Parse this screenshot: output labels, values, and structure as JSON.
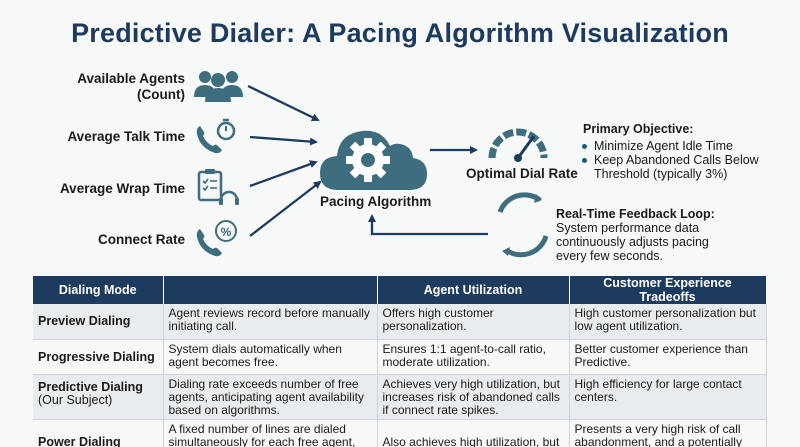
{
  "title": "Predictive Dialer: A Pacing Algorithm Visualization",
  "inputs": [
    {
      "label": "Available Agents\n(Count)",
      "icon": "agents-group-icon"
    },
    {
      "label": "Average Talk Time",
      "icon": "phone-stopwatch-icon"
    },
    {
      "label": "Average Wrap Time",
      "icon": "clipboard-headset-icon"
    },
    {
      "label": "Connect Rate",
      "icon": "phone-percent-icon"
    }
  ],
  "center": {
    "label": "Pacing Algorithm",
    "icon": "cloud-gear-icon"
  },
  "output": {
    "label": "Optimal Dial Rate",
    "icon": "speedometer-icon"
  },
  "objective": {
    "title": "Primary Objective:",
    "items": [
      "Minimize Agent Idle Time",
      "Keep Abandoned Calls Below Threshold (typically 3%)"
    ]
  },
  "feedback": {
    "title": "Real-Time Feedback Loop:",
    "text": "System performance data continuously adjusts pacing every few seconds.",
    "icon": "circular-arrows-icon"
  },
  "colors": {
    "navy": "#1d3a5f",
    "teal": "#3e6e7e",
    "arrow": "#1d3a5f"
  },
  "table": {
    "headers": [
      "Dialing Mode",
      "",
      "Agent Utilization",
      "Customer Experience Tradeoffs"
    ],
    "rows": [
      {
        "mode": "Preview Dialing",
        "sub": "",
        "c1": "Agent reviews record before manually initiating call.",
        "c2": "Offers high customer personalization.",
        "c3": "High customer personalization but low agent utilization."
      },
      {
        "mode": "Progressive Dialing",
        "sub": "",
        "c1": "System dials automatically when agent becomes free.",
        "c2": "Ensures 1:1 agent-to-call ratio, moderate utilization.",
        "c3": "Better customer experience than Predictive."
      },
      {
        "mode": "Predictive Dialing",
        "sub": "(Our Subject)",
        "c1": "Dialing rate exceeds number of free agents, anticipating agent availability based on algorithms.",
        "c2": "Achieves very high utilization, but increases risk of abandoned calls if connect rate spikes.",
        "c3": "High efficiency for large contact centers."
      },
      {
        "mode": "Power Dialing",
        "sub": "",
        "c1": "A fixed number of lines are dialed simultaneously for each free agent, regardless of predictive modeling.",
        "c2": "Also achieves high utilization, but",
        "c3": "Presents a very high risk of call abandonment, and a potentially poor customer experience."
      }
    ]
  }
}
